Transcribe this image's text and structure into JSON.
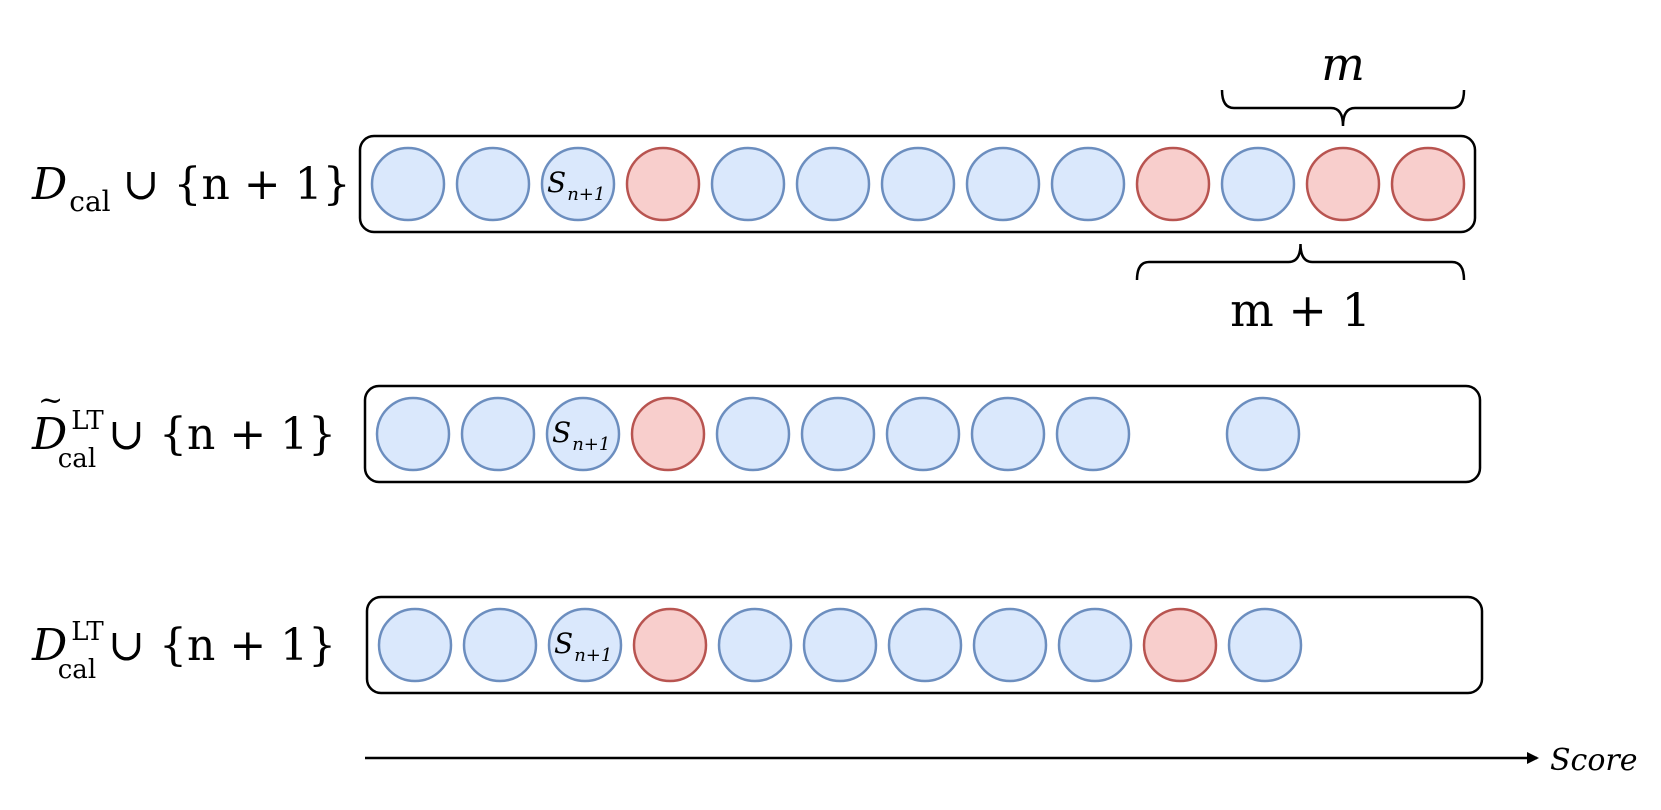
{
  "colors": {
    "blue_fill": "#dae8fc",
    "blue_stroke": "#6c8ebf",
    "red_fill": "#f8cecc",
    "red_stroke": "#b85450",
    "outline": "#000000"
  },
  "rows": [
    {
      "label": {
        "base": "D",
        "tilde": false,
        "sub": "cal",
        "sup": "",
        "union": "∪ {n + 1}"
      },
      "cells": [
        "blue",
        "blue",
        "test",
        "red",
        "blue",
        "blue",
        "blue",
        "blue",
        "blue",
        "red",
        "blue",
        "red",
        "red"
      ]
    },
    {
      "label": {
        "base": "D",
        "tilde": true,
        "sub": "cal",
        "sup": "LT",
        "union": "∪ {n + 1}"
      },
      "cells": [
        "blue",
        "blue",
        "test",
        "red",
        "blue",
        "blue",
        "blue",
        "blue",
        "blue",
        "empty",
        "blue",
        "empty",
        "empty"
      ]
    },
    {
      "label": {
        "base": "D",
        "tilde": false,
        "sub": "cal",
        "sup": "LT",
        "union": "∪ {n + 1}"
      },
      "cells": [
        "blue",
        "blue",
        "test",
        "red",
        "blue",
        "blue",
        "blue",
        "blue",
        "blue",
        "red",
        "blue",
        "empty",
        "empty"
      ]
    }
  ],
  "test_point_label": {
    "base": "S",
    "sub": "n+1"
  },
  "braces": {
    "top": {
      "label": "m",
      "from_slot": 10,
      "to_slot": 12
    },
    "bottom": {
      "label": "m + 1",
      "from_slot": 9,
      "to_slot": 12
    }
  },
  "axis": {
    "label": "Score"
  }
}
